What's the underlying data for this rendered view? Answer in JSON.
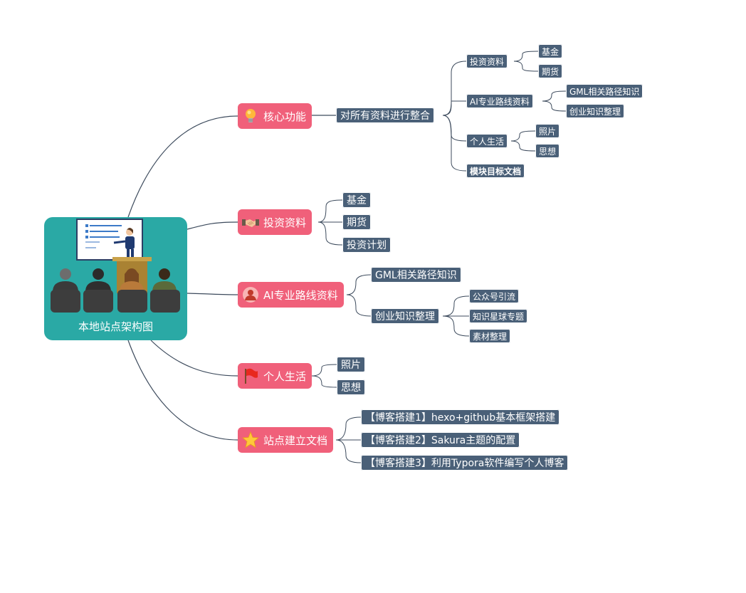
{
  "root": {
    "label": "本地站点架构图",
    "icon": "presentation-meeting-illustration"
  },
  "branches": {
    "core": {
      "label": "核心功能",
      "icon": "lightbulb-icon",
      "sub": "对所有资料进行整合",
      "children": [
        {
          "label": "投资资料",
          "items": [
            "基金",
            "期货"
          ]
        },
        {
          "label": "AI专业路线资料",
          "items": [
            "GML相关路径知识",
            "创业知识整理"
          ]
        },
        {
          "label": "个人生活",
          "items": [
            "照片",
            "思想"
          ]
        },
        {
          "label": "模块目标文档",
          "items": []
        }
      ]
    },
    "invest": {
      "label": "投资资料",
      "icon": "handshake-icon",
      "items": [
        "基金",
        "期货",
        "投资计划"
      ]
    },
    "ai": {
      "label": "AI专业路线资料",
      "icon": "person-icon",
      "items": [
        {
          "label": "GML相关路径知识",
          "items": []
        },
        {
          "label": "创业知识整理",
          "items": [
            "公众号引流",
            "知识星球专题",
            "素材整理"
          ]
        }
      ]
    },
    "life": {
      "label": "个人生活",
      "icon": "red-flag-icon",
      "items": [
        "照片",
        "思想"
      ]
    },
    "site": {
      "label": "站点建立文档",
      "icon": "star-icon",
      "items": [
        "【博客搭建1】hexo+github基本框架搭建",
        "【博客搭建2】Sakura主题的配置",
        "【博客搭建3】利用Typora软件编写个人博客"
      ]
    }
  },
  "colors": {
    "root": "#2aa9a5",
    "main_topic": "#f0607a",
    "sub_topic": "#4a6078",
    "line": "#3c4a5c"
  }
}
